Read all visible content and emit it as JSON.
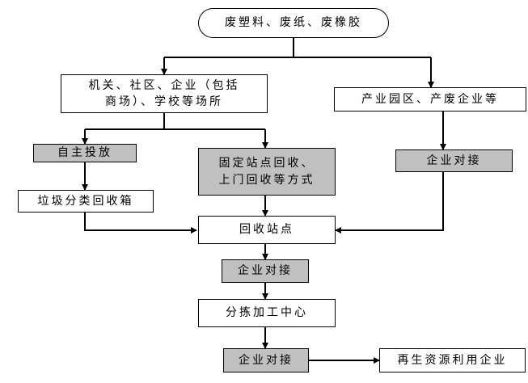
{
  "nodes": {
    "source": "废塑料、废纸、废橡胶",
    "agencies": "机关、社区、企业（包括\n商场）、学校等场所",
    "industrial": "产业园区、产废企业等",
    "self_drop": "自主投放",
    "fixed_station": "固定站点回收、\n上门回收等方式",
    "bins": "垃圾分类回收箱",
    "enterprise_dock_right": "企业对接",
    "recycling_station": "回收站点",
    "enterprise_dock_mid": "企业对接",
    "sorting_center": "分拣加工中心",
    "enterprise_dock_bottom": "企业对接",
    "renewable_enterprise": "再生资源利用企业"
  }
}
